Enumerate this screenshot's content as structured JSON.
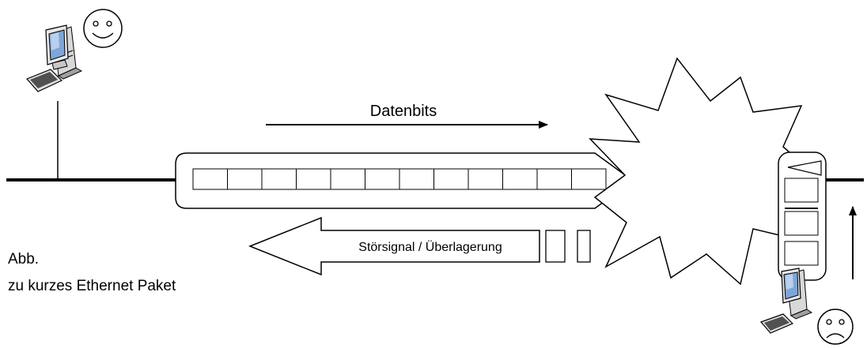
{
  "labels": {
    "data_bits": "Datenbits",
    "jam_signal": "Störsignal / Überlagerung"
  },
  "caption": {
    "line1": "Abb.",
    "line2": "zu kurzes Ethernet Paket"
  },
  "stations": {
    "sender": {
      "mood": "happy",
      "icon": "computer-icon"
    },
    "receiver": {
      "mood": "sad",
      "icon": "computer-icon"
    }
  },
  "frame": {
    "segment_count": 12
  },
  "jam_blocks": {
    "count": 2
  },
  "colors": {
    "line": "#000000",
    "background": "#ffffff"
  }
}
